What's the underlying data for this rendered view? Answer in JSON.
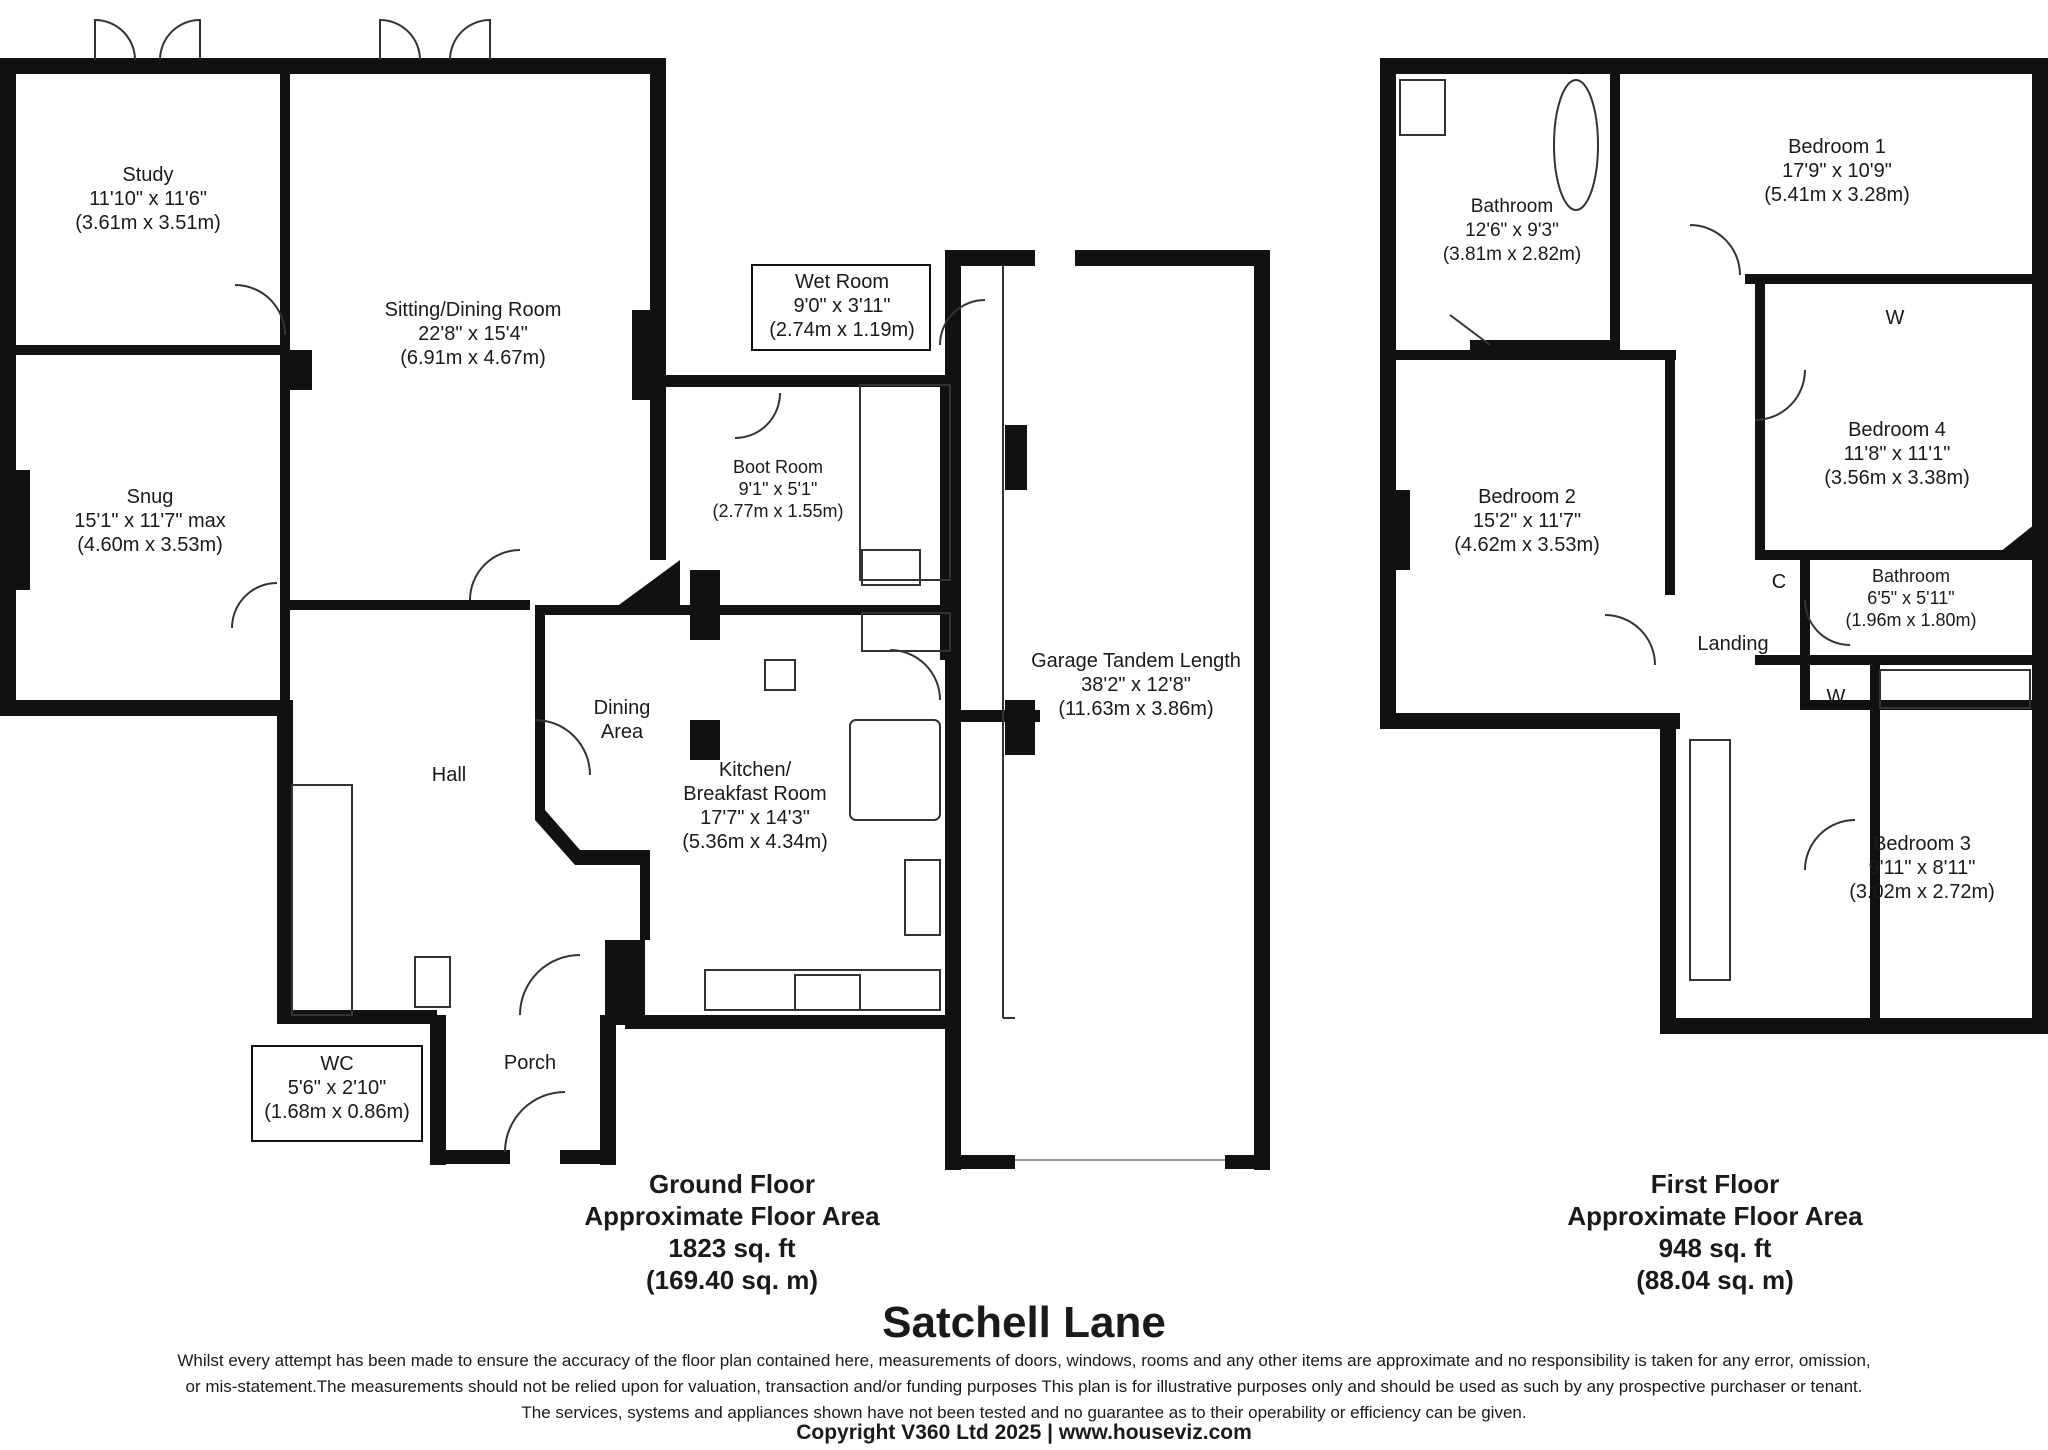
{
  "ground_floor": {
    "rooms": [
      {
        "name": "Study",
        "imperial": "11'10\" x 11'6\"",
        "metric": "(3.61m x 3.51m)"
      },
      {
        "name": "Sitting/Dining Room",
        "imperial": "22'8\" x 15'4\"",
        "metric": "(6.91m x 4.67m)"
      },
      {
        "name": "Snug",
        "imperial": "15'1\" x 11'7\" max",
        "metric": "(4.60m x 3.53m)"
      },
      {
        "name": "Wet Room",
        "imperial": "9'0\" x 3'11\"",
        "metric": "(2.74m x 1.19m)"
      },
      {
        "name": "Boot Room",
        "imperial": "9'1\" x 5'1\"",
        "metric": "(2.77m x 1.55m)"
      },
      {
        "name": "Garage Tandem Length",
        "imperial": "38'2\" x 12'8\"",
        "metric": "(11.63m x 3.86m)"
      },
      {
        "name": "Kitchen/",
        "imperial": "Breakfast Room",
        "metric": "17'7\" x 14'3\"",
        "metric2": "(5.36m x 4.34m)"
      },
      {
        "name": "WC",
        "imperial": "5'6\" x 2'10\"",
        "metric": "(1.68m x 0.86m)"
      }
    ],
    "areas": [
      {
        "name": "Dining",
        "line2": "Area"
      },
      {
        "name": "Hall"
      },
      {
        "name": "Porch"
      }
    ],
    "caption": {
      "line1": "Ground Floor",
      "line2": "Approximate Floor Area",
      "line3": "1823 sq. ft",
      "line4": "(169.40 sq. m)"
    }
  },
  "first_floor": {
    "rooms": [
      {
        "name": "Bathroom",
        "imperial": "12'6\" x 9'3\"",
        "metric": "(3.81m x 2.82m)"
      },
      {
        "name": "Bedroom 1",
        "imperial": "17'9\" x 10'9\"",
        "metric": "(5.41m x 3.28m)"
      },
      {
        "name": "Bedroom 4",
        "imperial": "11'8\" x 11'1\"",
        "metric": "(3.56m x 3.38m)"
      },
      {
        "name": "Bedroom 2",
        "imperial": "15'2\" x 11'7\"",
        "metric": "(4.62m x 3.53m)"
      },
      {
        "name": "Bathroom",
        "imperial": "6'5\" x 5'11\"",
        "metric": "(1.96m x 1.80m)"
      },
      {
        "name": "Bedroom 3",
        "imperial": "9'11\" x 8'11\"",
        "metric": "(3.02m x 2.72m)"
      }
    ],
    "small_labels": {
      "wardrobe_top": "W",
      "cupboard": "C",
      "wardrobe_small": "W",
      "landing": "Landing"
    },
    "caption": {
      "line1": "First Floor",
      "line2": "Approximate Floor Area",
      "line3": "948 sq. ft",
      "line4": "(88.04 sq. m)"
    }
  },
  "title": "Satchell Lane",
  "disclaimer": [
    "Whilst every attempt has been made to ensure the accuracy of the floor plan contained here, measurements of doors, windows, rooms and any other items are approximate and no responsibility is taken for any error, omission,",
    "or mis-statement.The measurements should not be relied upon for valuation, transaction and/or funding purposes This plan is for illustrative purposes only and should be used as such by any prospective purchaser or tenant.",
    "The services, systems and appliances shown have not been tested and no guarantee as to their operability or efficiency can be given."
  ],
  "copyright": "Copyright V360 Ltd 2025 | www.houseviz.com"
}
